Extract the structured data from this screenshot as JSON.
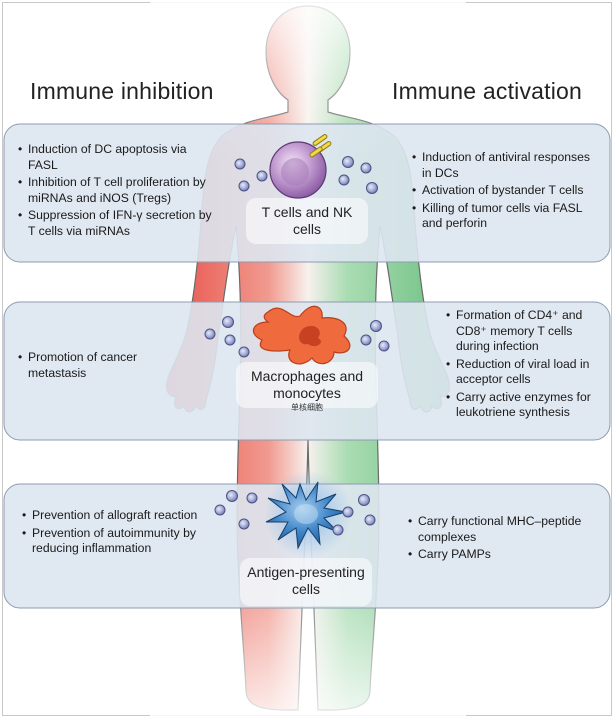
{
  "headings": {
    "left": "Immune inhibition",
    "right": "Immune activation"
  },
  "sections": [
    {
      "left_items": [
        "Induction of DC apoptosis via FASL",
        "Inhibition of T cell proliferation by miRNAs and iNOS (Tregs)",
        "Suppression of IFN-γ secretion by T cells via miRNAs"
      ],
      "right_items": [
        "Induction of antiviral responses in DCs",
        "Activation of bystander T cells",
        "Killing of tumor cells via FASL and perforin"
      ],
      "cell_label": "T cells and NK cells"
    },
    {
      "left_items": [
        "Promotion of cancer metastasis"
      ],
      "right_items": [
        "Formation of CD4⁺ and CD8⁺ memory T cells during infection",
        "Reduction of viral load in acceptor cells",
        "Carry active enzymes for leukotriene synthesis"
      ],
      "cell_label": "Macrophages and monocytes",
      "cell_sublabel": "单核细胞"
    },
    {
      "left_items": [
        "Prevention of allograft reaction",
        "Prevention of autoimmunity by reducing inflammation"
      ],
      "right_items": [
        "Carry functional MHC–peptide complexes",
        "Carry PAMPs"
      ],
      "cell_label": "Antigen-presenting cells"
    }
  ],
  "colors": {
    "panel_fill": "#dde6ef",
    "panel_stroke": "#8c9cb0",
    "inhibition": "#e8514a",
    "activation": "#7cc88c",
    "t_cell": "#b487c4",
    "macrophage": "#ef6a3c",
    "dendritic": "#3c7fbf",
    "vesicle": "#8f9bc9"
  }
}
